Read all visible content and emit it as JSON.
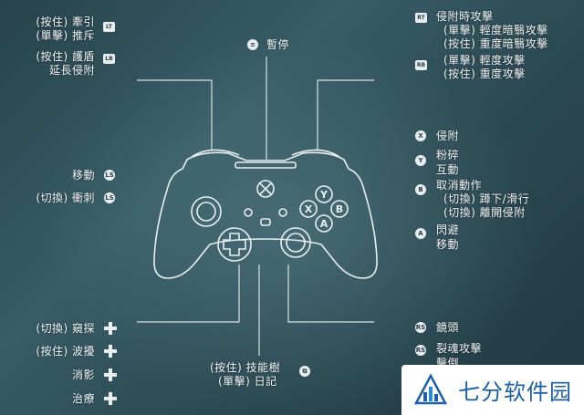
{
  "top_center": {
    "pause": "暫停"
  },
  "left": {
    "lt_hold": "(按住) 牽引",
    "lt_tap": "(單擊) 推斥",
    "lb_hold": "(按住) 護盾",
    "lb_extend": "延長侵附",
    "move": "移動",
    "ls_toggle": "(切換) 衝刺",
    "dpad_up": "(切換) 窺探",
    "dpad_left": "(按住) 波擾",
    "dpad_right": "消影",
    "dpad_down": "治療"
  },
  "right": {
    "rt_title": "侵附時攻擊",
    "rt_tap": "(單擊) 輕度暗翳攻擊",
    "rt_hold": "(按住) 重度暗翳攻擊",
    "rb_tap": "(單擊) 輕度攻擊",
    "rb_hold": "(按住) 重度攻擊",
    "x": "侵附",
    "y1": "粉碎",
    "y2": "互動",
    "b1": "取消動作",
    "b2": "(切換) 蹲下/滑行",
    "b3": "(切換) 離開侵附",
    "a1": "閃避",
    "a2": "移動",
    "rs": "鏡頭",
    "rs_press1": "裂魂攻擊",
    "rs_press2": "擊倒"
  },
  "bottom_center": {
    "view_hold": "(按住) 技能樹",
    "view_tap": "(單擊) 日記"
  },
  "buttons": {
    "LT": "LT",
    "LB": "LB",
    "RT": "RT",
    "RB": "RB",
    "X": "X",
    "Y": "Y",
    "B": "B",
    "A": "A",
    "LS": "LS",
    "RS": "RS"
  },
  "watermark": {
    "text": "七分软件园"
  }
}
